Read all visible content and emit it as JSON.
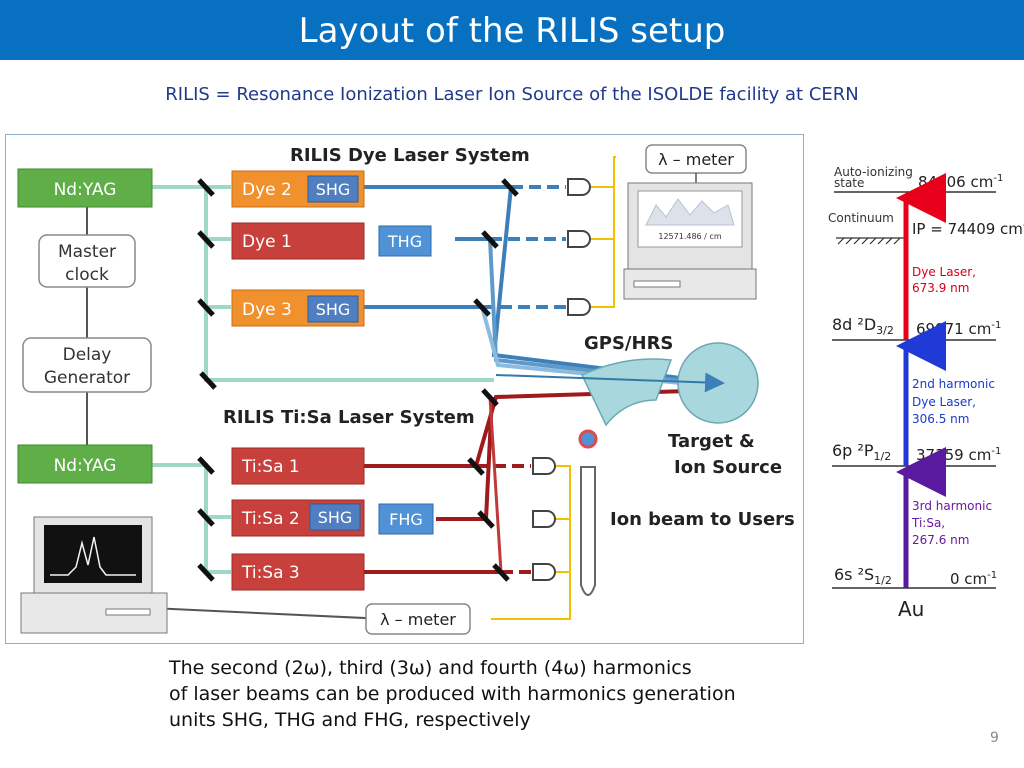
{
  "slide": {
    "title": "Layout of the RILIS setup",
    "subtitle": "RILIS = Resonance Ionization Laser Ion Source of the ISOLDE facility at CERN",
    "note_lines": [
      "The second (2ω), third (3ω) and fourth (4ω)  harmonics",
      "of laser beams can be produced with harmonics generation",
      "units SHG, THG and FHG, respectively"
    ],
    "page_number": "9"
  },
  "diagram": {
    "dye_system_title": "RILIS Dye Laser System",
    "tisa_system_title": "RILIS Ti:Sa Laser System",
    "pump_1": "Nd:YAG",
    "pump_2": "Nd:YAG",
    "master_clock": [
      "Master",
      "clock"
    ],
    "delay_generator": [
      "Delay",
      "Generator"
    ],
    "dye_2": "Dye 2",
    "dye_1": "Dye 1",
    "dye_3": "Dye 3",
    "shg_1": "SHG",
    "thg": "THG",
    "shg_2": "SHG",
    "tisa_1": "Ti:Sa 1",
    "tisa_2": "Ti:Sa 2",
    "tisa_3": "Ti:Sa 3",
    "shg_3": "SHG",
    "fhg": "FHG",
    "lambda_meter_top": "λ – meter",
    "lambda_meter_bottom": "λ – meter",
    "meter_reading": "12571.486 / cm",
    "gps_hrs": "GPS/HRS",
    "target_line1": "Target &",
    "target_line2": "Ion Source",
    "ion_beam": "Ion beam to Users",
    "colors": {
      "pump_green": "#5fae48",
      "dye_orange": "#f0912e",
      "dye_red": "#c8403b",
      "harmonic_blue": "#4f7fc1",
      "beam_blue": "#3d7fb8",
      "beam_red": "#a0191c",
      "fiber_yellow": "#f2c100",
      "ionsource_fill": "#a9d7de"
    }
  },
  "energy_levels": {
    "autoionizing_label": [
      "Auto-ionizing",
      "state"
    ],
    "autoionizing_value": "84806 cm",
    "continuum_label": "Continuum",
    "ip_value": "IP = 74409 cm",
    "level_8d": "8d ²D",
    "level_8d_sub": "3/2",
    "level_8d_value": "69971 cm",
    "level_6p": "6p ²P",
    "level_6p_sub": "1/2",
    "level_6p_value": "37359 cm",
    "level_6s": "6s ²S",
    "level_6s_sub": "1/2",
    "level_6s_value": "0 cm",
    "unit_exp": "-1",
    "step3_lines": [
      "Dye Laser,",
      "673.9 nm"
    ],
    "step2_lines": [
      "2nd harmonic",
      "Dye Laser,",
      "306.5 nm"
    ],
    "step1_lines": [
      "3rd harmonic",
      "Ti:Sa,",
      "267.6 nm"
    ],
    "element": "Au",
    "colors": {
      "step3": "#e8001a",
      "step2": "#1f3ad6",
      "step1": "#5a1aa0",
      "text_red": "#d4001a",
      "text_blue": "#1a3ac8",
      "text_purple": "#6a1aa0"
    }
  }
}
